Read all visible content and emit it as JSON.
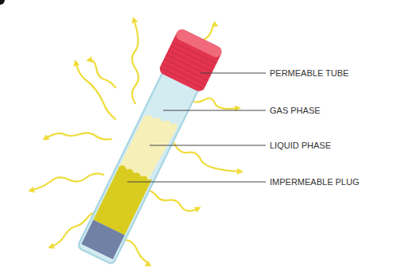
{
  "diagram": {
    "labels": [
      "PERMEABLE TUBE",
      "GAS PHASE",
      "LIQUID PHASE",
      "IMPERMEABLE PLUG"
    ]
  }
}
